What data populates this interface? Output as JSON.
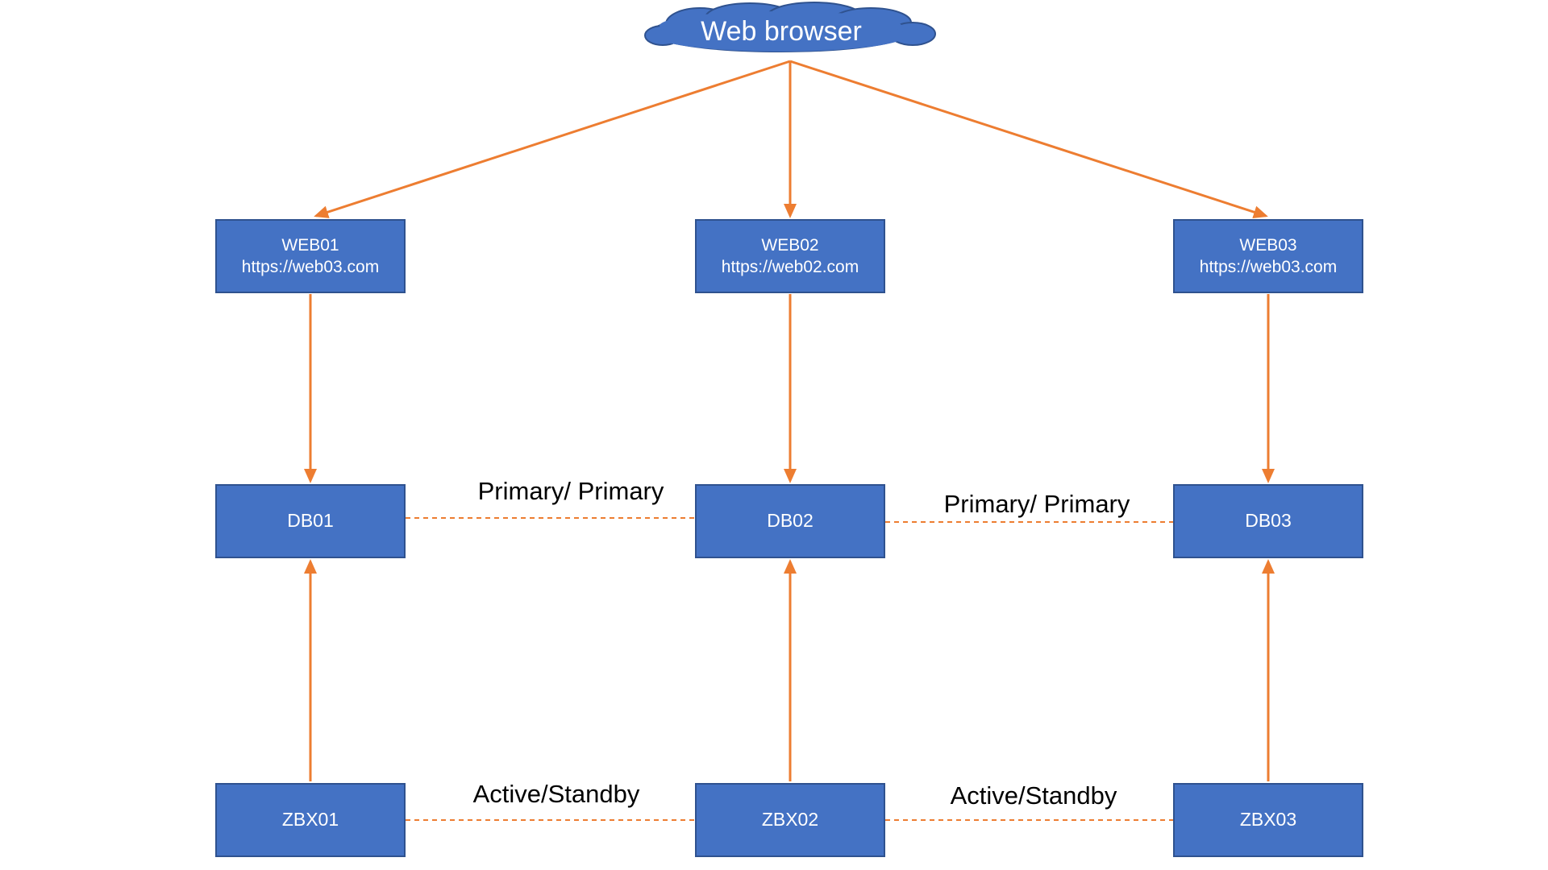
{
  "colors": {
    "node_fill": "#4472C4",
    "node_border": "#2F528F",
    "arrow": "#ED7D31",
    "label_text": "#000000",
    "node_text": "#FFFFFF"
  },
  "cloud": {
    "label": "Web browser",
    "icon": "cloud-icon"
  },
  "web_servers": [
    {
      "name": "WEB01",
      "url": "https://web03.com"
    },
    {
      "name": "WEB02",
      "url": "https://web02.com"
    },
    {
      "name": "WEB03",
      "url": "https://web03.com"
    }
  ],
  "db_servers": [
    {
      "name": "DB01"
    },
    {
      "name": "DB02"
    },
    {
      "name": "DB03"
    }
  ],
  "zbx_servers": [
    {
      "name": "ZBX01"
    },
    {
      "name": "ZBX02"
    },
    {
      "name": "ZBX03"
    }
  ],
  "db_links": [
    {
      "label": "Primary/ Primary"
    },
    {
      "label": "Primary/ Primary"
    }
  ],
  "zbx_links": [
    {
      "label": "Active/Standby"
    },
    {
      "label": "Active/Standby"
    }
  ]
}
